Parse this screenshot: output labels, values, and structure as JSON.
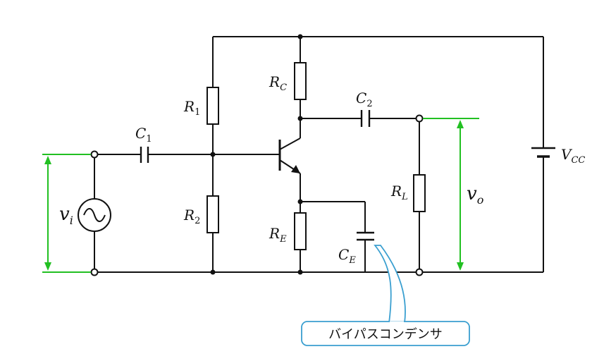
{
  "colors": {
    "wire": "#111111",
    "measure": "#22c022",
    "callout": "#3a9fd0",
    "callout_fill": "#ffffff"
  },
  "labels": {
    "r1": {
      "main": "R",
      "sub": "1"
    },
    "r2": {
      "main": "R",
      "sub": "2"
    },
    "rc": {
      "main": "R",
      "sub": "C"
    },
    "re": {
      "main": "R",
      "sub": "E"
    },
    "rl": {
      "main": "R",
      "sub": "L"
    },
    "c1": {
      "main": "C",
      "sub": "1"
    },
    "c2": {
      "main": "C",
      "sub": "2"
    },
    "ce": {
      "main": "C",
      "sub": "E"
    },
    "vcc": {
      "main": "V",
      "sub": "CC"
    },
    "vi": {
      "main": "v",
      "sub": "i"
    },
    "vo": {
      "main": "v",
      "sub": "o"
    }
  },
  "callout": {
    "text": "バイパスコンデンサ"
  }
}
